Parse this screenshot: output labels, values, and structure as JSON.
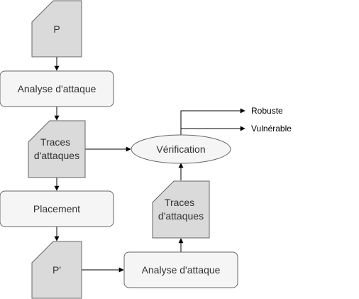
{
  "nodes": {
    "p_top": "P",
    "analysis_top": "Analyse d'attaque",
    "traces_left": [
      "Traces",
      "d'attaques"
    ],
    "placement": "Placement",
    "p_prime": "P'",
    "analysis_bottom": "Analyse d'attaque",
    "traces_right": [
      "Traces",
      "d'attaques"
    ],
    "verification": "Vérification"
  },
  "outputs": {
    "robust": "Robuste",
    "vulnerable": "Vulnérable"
  },
  "colors": {
    "document_fill": "#dadada",
    "process_fill": "#f5f5f5",
    "stroke": "#666666",
    "edge": "#000000"
  }
}
